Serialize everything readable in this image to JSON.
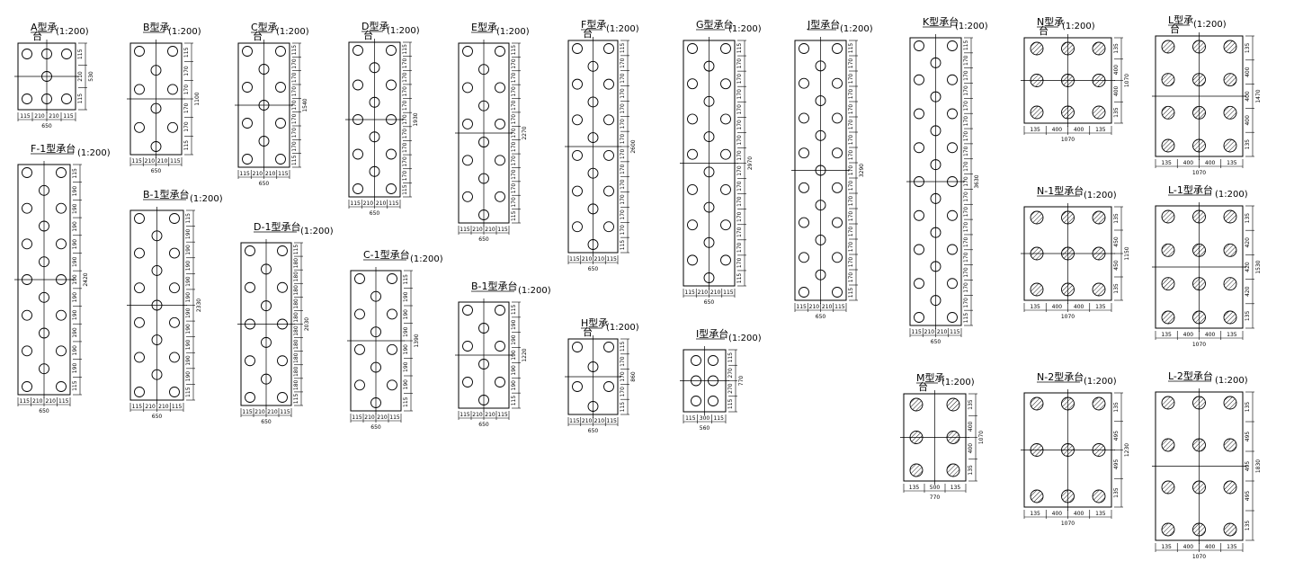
{
  "drawing": {
    "scale_label": "(1:200)",
    "caps": [
      {
        "id": "A",
        "title": "A型承",
        "title2": "台",
        "circles": "open",
        "col_dims": [
          "115",
          "210",
          "210",
          "115"
        ],
        "width_total": "650",
        "row_dims": [
          "115",
          "210",
          "115"
        ],
        "height_total": "530"
      },
      {
        "id": "B",
        "title": "B型承",
        "title2": "",
        "circles": "open",
        "col_dims": [
          "115",
          "210",
          "210",
          "115"
        ],
        "width_total": "650",
        "row_dims": [
          "115",
          "170",
          "170",
          "170",
          "170",
          "115"
        ],
        "height_total": "1100"
      },
      {
        "id": "C",
        "title": "C型承",
        "title2": "台",
        "circles": "open",
        "col_dims": [
          "115",
          "210",
          "210",
          "115"
        ],
        "width_total": "650",
        "row_dims": [
          "115",
          "170",
          "170",
          "170",
          "170",
          "170",
          "170",
          "170",
          "115"
        ],
        "height_total": "1540"
      },
      {
        "id": "D",
        "title": "D型承",
        "title2": "台",
        "circles": "open",
        "col_dims": [
          "115",
          "210",
          "210",
          "115"
        ],
        "width_total": "650",
        "row_dims": [
          "115",
          "170",
          "170",
          "170",
          "170",
          "170",
          "170",
          "170",
          "170",
          "170",
          "115"
        ],
        "height_total": "1930"
      },
      {
        "id": "E",
        "title": "E型承",
        "title2": "",
        "circles": "open",
        "col_dims": [
          "115",
          "210",
          "210",
          "115"
        ],
        "width_total": "650",
        "row_dims": [
          "115",
          "170",
          "170",
          "170",
          "170",
          "170",
          "170",
          "170",
          "170",
          "170",
          "170",
          "170",
          "115"
        ],
        "height_total": "2270"
      },
      {
        "id": "F",
        "title": "F型承",
        "title2": "台",
        "circles": "open",
        "col_dims": [
          "115",
          "210",
          "210",
          "115"
        ],
        "width_total": "650",
        "row_dims": [
          "115",
          "170",
          "170",
          "170",
          "170",
          "170",
          "170",
          "170",
          "170",
          "170",
          "170",
          "170",
          "170",
          "115"
        ],
        "height_total": "2600"
      },
      {
        "id": "G",
        "title": "G型承台",
        "title2": "",
        "circles": "open",
        "col_dims": [
          "115",
          "210",
          "210",
          "115"
        ],
        "width_total": "650",
        "row_dims": [
          "115",
          "170",
          "170",
          "170",
          "170",
          "170",
          "170",
          "170",
          "170",
          "170",
          "170",
          "170",
          "170",
          "170",
          "170",
          "115"
        ],
        "height_total": "2970"
      },
      {
        "id": "J",
        "title": "J型承台",
        "title2": "",
        "circles": "open",
        "col_dims": [
          "115",
          "210",
          "210",
          "115"
        ],
        "width_total": "650",
        "row_dims": [
          "115",
          "170",
          "170",
          "170",
          "170",
          "170",
          "170",
          "170",
          "170",
          "170",
          "170",
          "170",
          "170",
          "170",
          "170",
          "170",
          "115"
        ],
        "height_total": "3290"
      },
      {
        "id": "K",
        "title": "K型承台",
        "title2": "",
        "circles": "open",
        "col_dims": [
          "115",
          "210",
          "210",
          "115"
        ],
        "width_total": "650",
        "row_dims": [
          "115",
          "170",
          "170",
          "170",
          "170",
          "170",
          "170",
          "170",
          "170",
          "170",
          "170",
          "170",
          "170",
          "170",
          "170",
          "170",
          "170",
          "170",
          "115"
        ],
        "height_total": "3630"
      },
      {
        "id": "N",
        "title": "N型承",
        "title2": "台",
        "circles": "hatched",
        "col_dims": [
          "135",
          "400",
          "400",
          "135"
        ],
        "width_total": "1070",
        "row_dims": [
          "135",
          "400",
          "400",
          "135"
        ],
        "height_total": "1070"
      },
      {
        "id": "L",
        "title": "L型承",
        "title2": "台",
        "circles": "hatched",
        "col_dims": [
          "135",
          "400",
          "400",
          "135"
        ],
        "width_total": "1070",
        "row_dims": [
          "135",
          "400",
          "400",
          "400",
          "135"
        ],
        "height_total": "1470"
      },
      {
        "id": "F-1",
        "title": "F-1型承台",
        "title2": "",
        "circles": "open",
        "col_dims": [
          "115",
          "210",
          "210",
          "115"
        ],
        "width_total": "650",
        "row_dims": [
          "115",
          "190",
          "190",
          "190",
          "190",
          "190",
          "190",
          "190",
          "190",
          "190",
          "190",
          "190",
          "115"
        ],
        "height_total": "2420"
      },
      {
        "id": "B-1",
        "title": "B-1型承台",
        "title2": "",
        "circles": "open",
        "col_dims": [
          "115",
          "210",
          "210",
          "115"
        ],
        "width_total": "650",
        "row_dims": [
          "115",
          "190",
          "190",
          "190",
          "190",
          "190",
          "190",
          "190",
          "190",
          "190",
          "190",
          "115"
        ],
        "height_total": "2330"
      },
      {
        "id": "D-1",
        "title": "D-1型承台",
        "title2": "",
        "circles": "open",
        "col_dims": [
          "115",
          "210",
          "210",
          "115"
        ],
        "width_total": "650",
        "row_dims": [
          "115",
          "180",
          "180",
          "180",
          "180",
          "180",
          "180",
          "180",
          "180",
          "180",
          "180",
          "115"
        ],
        "height_total": "2030"
      },
      {
        "id": "C-1",
        "title": "C-1型承台",
        "title2": "",
        "circles": "open",
        "col_dims": [
          "115",
          "210",
          "210",
          "115"
        ],
        "width_total": "650",
        "row_dims": [
          "115",
          "190",
          "190",
          "190",
          "190",
          "190",
          "190",
          "115"
        ],
        "height_total": "1390"
      },
      {
        "id": "B-1b",
        "title": "B-1型承台",
        "title2": "",
        "circles": "open",
        "col_dims": [
          "115",
          "210",
          "210",
          "115"
        ],
        "width_total": "650",
        "row_dims": [
          "115",
          "190",
          "190",
          "190",
          "190",
          "190",
          "115"
        ],
        "height_total": "1220"
      },
      {
        "id": "H",
        "title": "H型承",
        "title2": "台",
        "circles": "open",
        "col_dims": [
          "115",
          "210",
          "210",
          "115"
        ],
        "width_total": "650",
        "row_dims": [
          "115",
          "170",
          "170",
          "170",
          "115"
        ],
        "height_total": "860"
      },
      {
        "id": "I",
        "title": "I型承台",
        "title2": "",
        "circles": "open",
        "col_dims": [
          "115",
          "300",
          "115"
        ],
        "width_total": "560",
        "row_dims": [
          "115",
          "270",
          "270",
          "115"
        ],
        "height_total": "770"
      },
      {
        "id": "N-1",
        "title": "N-1型承台",
        "title2": "",
        "circles": "hatched",
        "col_dims": [
          "135",
          "400",
          "400",
          "135"
        ],
        "width_total": "1070",
        "row_dims": [
          "135",
          "450",
          "450",
          "135"
        ],
        "height_total": "1150"
      },
      {
        "id": "L-1",
        "title": "L-1型承台",
        "title2": "",
        "circles": "hatched",
        "col_dims": [
          "135",
          "400",
          "400",
          "135"
        ],
        "width_total": "1070",
        "row_dims": [
          "135",
          "420",
          "420",
          "420",
          "135"
        ],
        "height_total": "1530"
      },
      {
        "id": "M",
        "title": "M型承",
        "title2": "台",
        "circles": "hatched",
        "col_dims": [
          "135",
          "500",
          "135"
        ],
        "width_total": "770",
        "row_dims": [
          "135",
          "400",
          "400",
          "135"
        ],
        "height_total": "1070"
      },
      {
        "id": "N-2",
        "title": "N-2型承台",
        "title2": "",
        "circles": "hatched",
        "col_dims": [
          "135",
          "400",
          "400",
          "135"
        ],
        "width_total": "1070",
        "row_dims": [
          "135",
          "495",
          "495",
          "135"
        ],
        "height_total": "1230"
      },
      {
        "id": "L-2",
        "title": "L-2型承台",
        "title2": "",
        "circles": "hatched",
        "col_dims": [
          "135",
          "400",
          "400",
          "135"
        ],
        "width_total": "1070",
        "row_dims": [
          "135",
          "495",
          "495",
          "495",
          "135"
        ],
        "height_total": "1830"
      }
    ]
  }
}
